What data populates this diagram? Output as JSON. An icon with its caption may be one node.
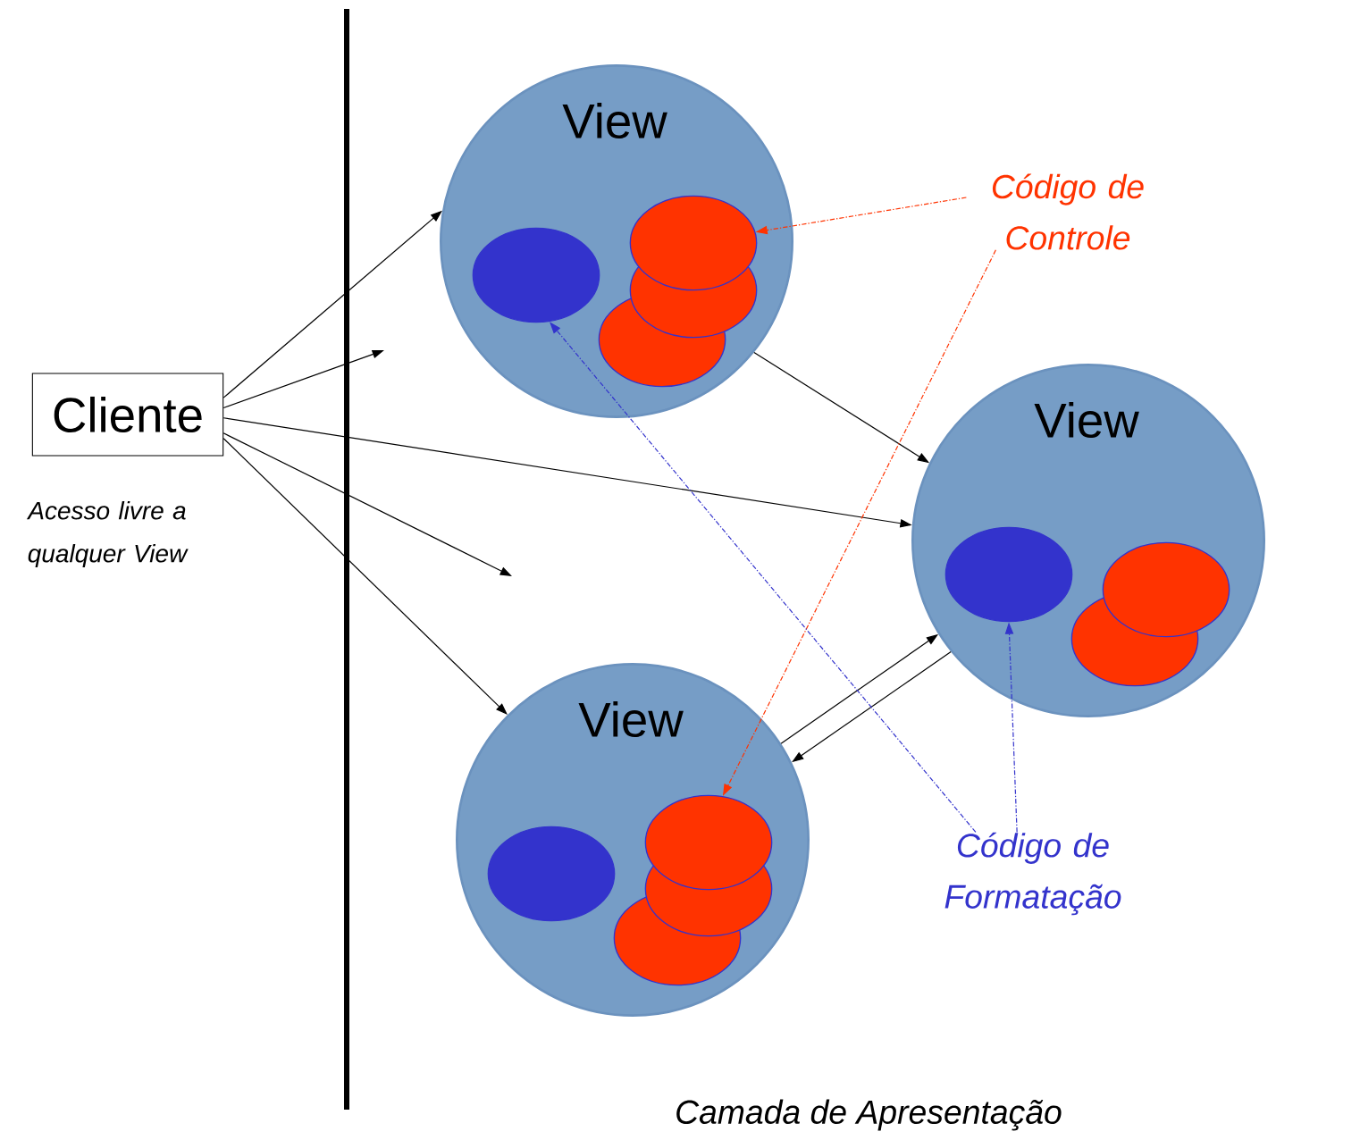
{
  "diagram": {
    "nodes": [
      {
        "text": [
          "Cliente"
        ]
      },
      {
        "text": [
          "View"
        ]
      },
      {
        "text": [],
        "shape": "ellipse",
        "in": 1
      },
      {
        "text": [],
        "shape": "ellipse",
        "in": 1
      },
      {
        "text": [
          "View"
        ]
      },
      {
        "text": [],
        "shape": "ellipse",
        "in": 4
      },
      {
        "text": [],
        "shape": "ellipse",
        "in": 4
      },
      {
        "text": [
          "View"
        ]
      },
      {
        "text": [],
        "shape": "ellipse",
        "in": 7
      },
      {
        "text": [],
        "shape": "ellipse",
        "in": 7
      },
      {
        "text": [
          "Código de Controle"
        ]
      },
      {
        "text": [
          "Código de Formatação"
        ]
      }
    ],
    "edges": [
      {
        "from": 0,
        "to": 1,
        "arrow": "to"
      },
      {
        "from": 0,
        "to": null,
        "arrow": "to"
      },
      {
        "from": 0,
        "to": 4,
        "arrow": "to"
      },
      {
        "from": 0,
        "to": null,
        "arrow": "to"
      },
      {
        "from": 0,
        "to": 7,
        "arrow": "to"
      },
      {
        "from": 1,
        "to": 4,
        "arrow": "to"
      },
      {
        "from": 7,
        "to": 4,
        "arrow": "to"
      },
      {
        "from": 4,
        "to": 7,
        "arrow": "to"
      },
      {
        "from": 10,
        "to": 3,
        "arrow": "to",
        "style": "dashed",
        "color": "#ff3300"
      },
      {
        "from": 10,
        "to": 9,
        "arrow": "to",
        "style": "dashed",
        "color": "#ff3300"
      },
      {
        "from": 11,
        "to": 2,
        "arrow": "to",
        "style": "dashed",
        "color": "#3333cc"
      },
      {
        "from": 11,
        "to": 5,
        "arrow": "to",
        "style": "dashed",
        "color": "#3333cc"
      }
    ],
    "labels": [
      "Acesso livre a qualquer View",
      "Camada de Apresentação"
    ]
  }
}
